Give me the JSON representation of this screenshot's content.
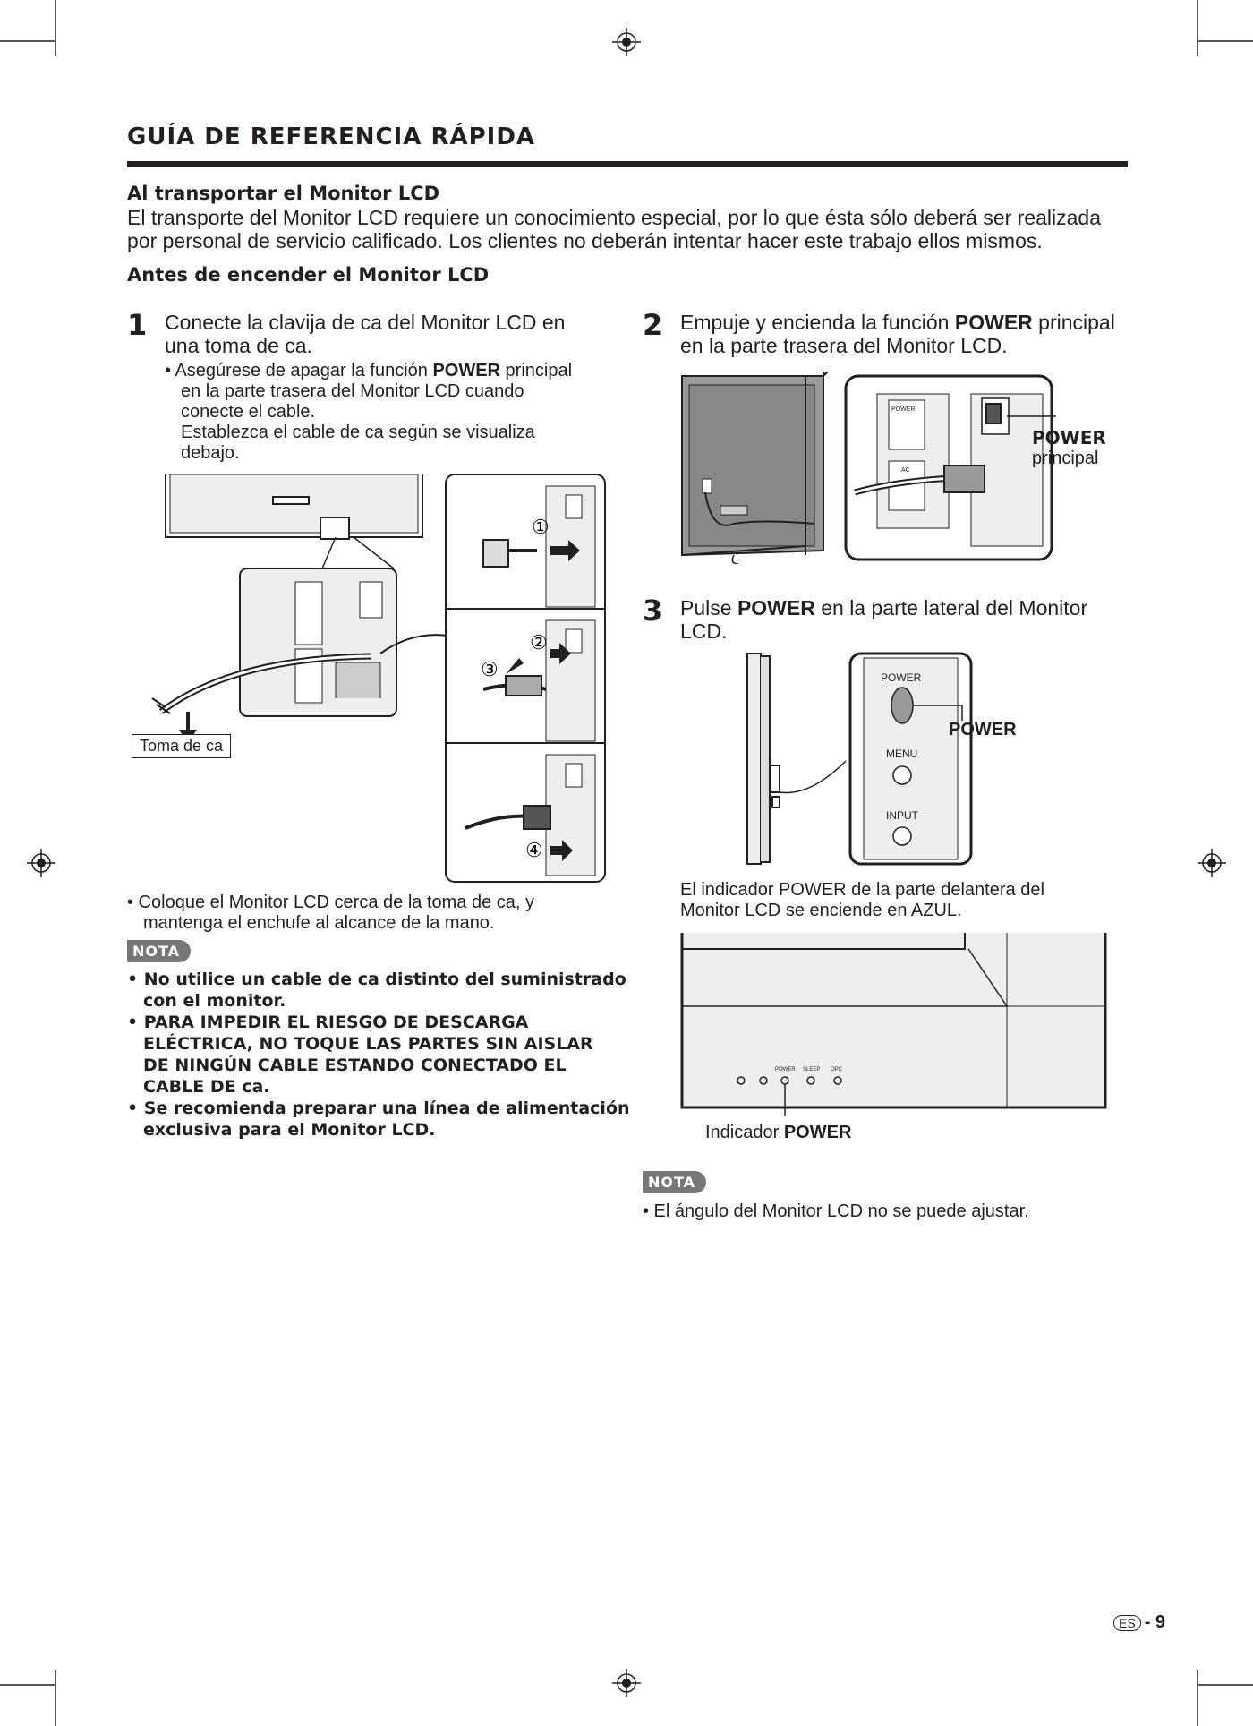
{
  "header": {
    "title": "GUÍA DE REFERENCIA RÁPIDA"
  },
  "transport": {
    "heading": "Al transportar el Monitor LCD",
    "line1": "El transporte del Monitor LCD requiere un conocimiento especial, por lo que ésta sólo deberá ser realizada",
    "line2": "por personal de servicio calificado. Los clientes no deberán intentar hacer este trabajo ellos mismos."
  },
  "before": {
    "heading": "Antes de encender el Monitor LCD"
  },
  "step1": {
    "num": "1",
    "line1": "Conecte la clavija de ca del Monitor LCD en",
    "line2": "una toma de ca.",
    "sub_prefix": "• Asegúrese de apagar la función ",
    "sub_bold": "POWER",
    "sub_suffix": " principal",
    "sub_line2": "en la parte trasera del Monitor LCD cuando",
    "sub_line3": "conecte el cable.",
    "sub_line4": "Establezca el cable de ca según se visualiza",
    "sub_line5": "debajo.",
    "outlet_label": "Toma de ca",
    "callouts": [
      "①",
      "②",
      "③",
      "④"
    ],
    "bullet_line1": "•  Coloque el Monitor LCD cerca de la toma de ca, y",
    "bullet_line2": "mantenga el enchufe al alcance de la mano."
  },
  "nota_left": {
    "badge": "NOTA",
    "items": [
      {
        "line1": "No utilice un cable de ca distinto del suministrado",
        "line2": "con el monitor."
      },
      {
        "line1": "PARA IMPEDIR EL RIESGO DE DESCARGA",
        "line2": "ELÉCTRICA, NO TOQUE LAS PARTES SIN AISLAR",
        "line3": "DE NINGÚN CABLE ESTANDO CONECTADO EL",
        "line4": "CABLE DE ca."
      },
      {
        "line1": "Se recomienda preparar una línea de alimentación",
        "line2": "exclusiva para el Monitor LCD."
      }
    ]
  },
  "step2": {
    "num": "2",
    "line1_prefix": "Empuje y encienda la función ",
    "line1_bold": "POWER",
    "line1_suffix": " principal",
    "line2": "en la parte trasera del Monitor LCD.",
    "label_bold": "POWER",
    "label_sub": "principal",
    "switch_label": "POWER",
    "ac_label": "AC"
  },
  "step3": {
    "num": "3",
    "line1_prefix": "Pulse ",
    "line1_bold": "POWER",
    "line1_suffix": " en la parte lateral del Monitor",
    "line2": "LCD.",
    "btn_power": "POWER",
    "btn_menu": "MENU",
    "btn_input": "INPUT",
    "callout": "POWER",
    "indicator_line1": "El indicador POWER de la parte delantera del",
    "indicator_line2": "Monitor LCD se enciende en AZUL.",
    "front_labels": [
      "POWER",
      "SLEEP",
      "OPC"
    ],
    "indicator_label_prefix": "Indicador ",
    "indicator_label_bold": "POWER"
  },
  "nota_right": {
    "badge": "NOTA",
    "item": "•  El ángulo del Monitor LCD no se puede ajustar."
  },
  "footer": {
    "lang": "ES",
    "page": "- 9"
  }
}
